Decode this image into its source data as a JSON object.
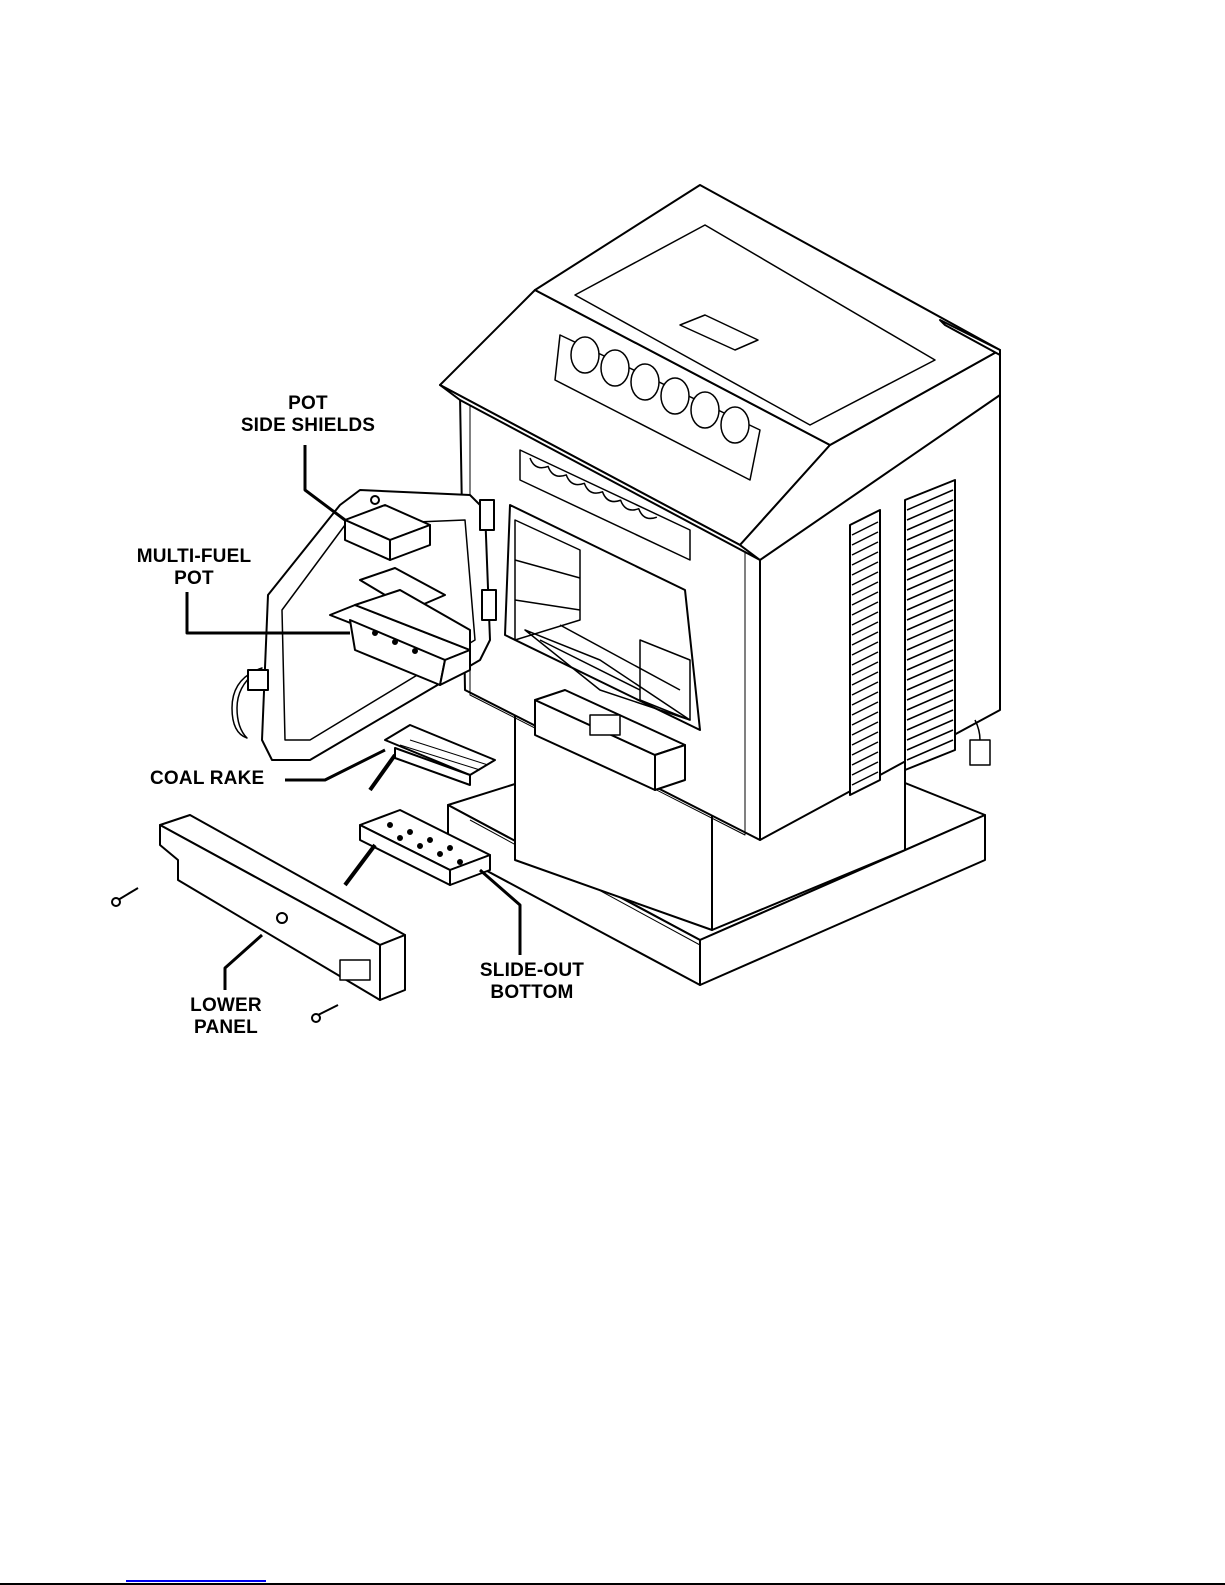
{
  "figure": {
    "labels": {
      "pot_side_shields": [
        "POT",
        "SIDE SHIELDS"
      ],
      "multi_fuel_pot": [
        "MULTI-FUEL",
        "POT"
      ],
      "coal_rake": [
        "COAL RAKE"
      ],
      "slide_out_bottom": [
        "SLIDE-OUT",
        "BOTTOM"
      ],
      "lower_panel": [
        "LOWER",
        "PANEL"
      ]
    }
  },
  "colors": {
    "line": "#000000",
    "background": "#ffffff",
    "link": "#0000ee"
  }
}
